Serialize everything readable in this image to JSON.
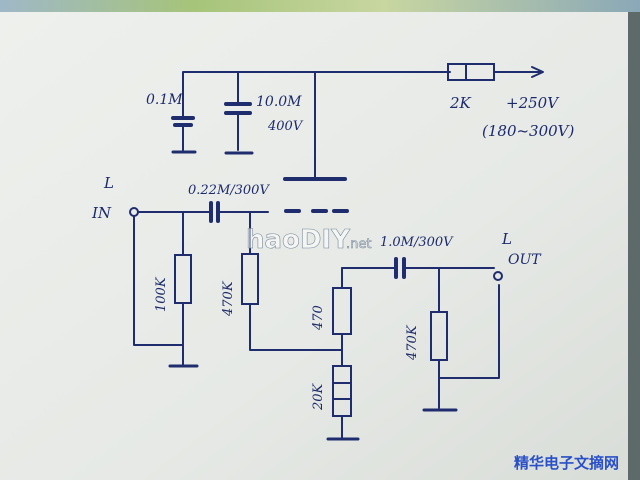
{
  "schematic": {
    "supply": {
      "cap1_label": "0.1M",
      "cap2_label": "10.0M",
      "cap2_voltage": "400V",
      "resistor_label": "2K",
      "voltage": "+250V",
      "voltage_range": "(180~300V)"
    },
    "input": {
      "channel": "L",
      "label": "IN",
      "coupling_cap": "0.22M/300V",
      "bias_resistor": "100K"
    },
    "stage": {
      "grid_resistor": "470K",
      "cathode_resistor_top": "470",
      "cathode_resistor_bottom": "20K",
      "output_cap": "1.0M/300V",
      "output_resistor": "470K"
    },
    "output": {
      "channel": "L",
      "label": "OUT"
    }
  },
  "watermark": {
    "logo_text": "haoDIY",
    "logo_suffix": ".net",
    "site_name": "精华电子文摘网"
  },
  "colors": {
    "paper": "#e9ece8",
    "ink": "#1f2d6e",
    "background": "#5e6a6a",
    "site_text": "#2a50c8"
  }
}
